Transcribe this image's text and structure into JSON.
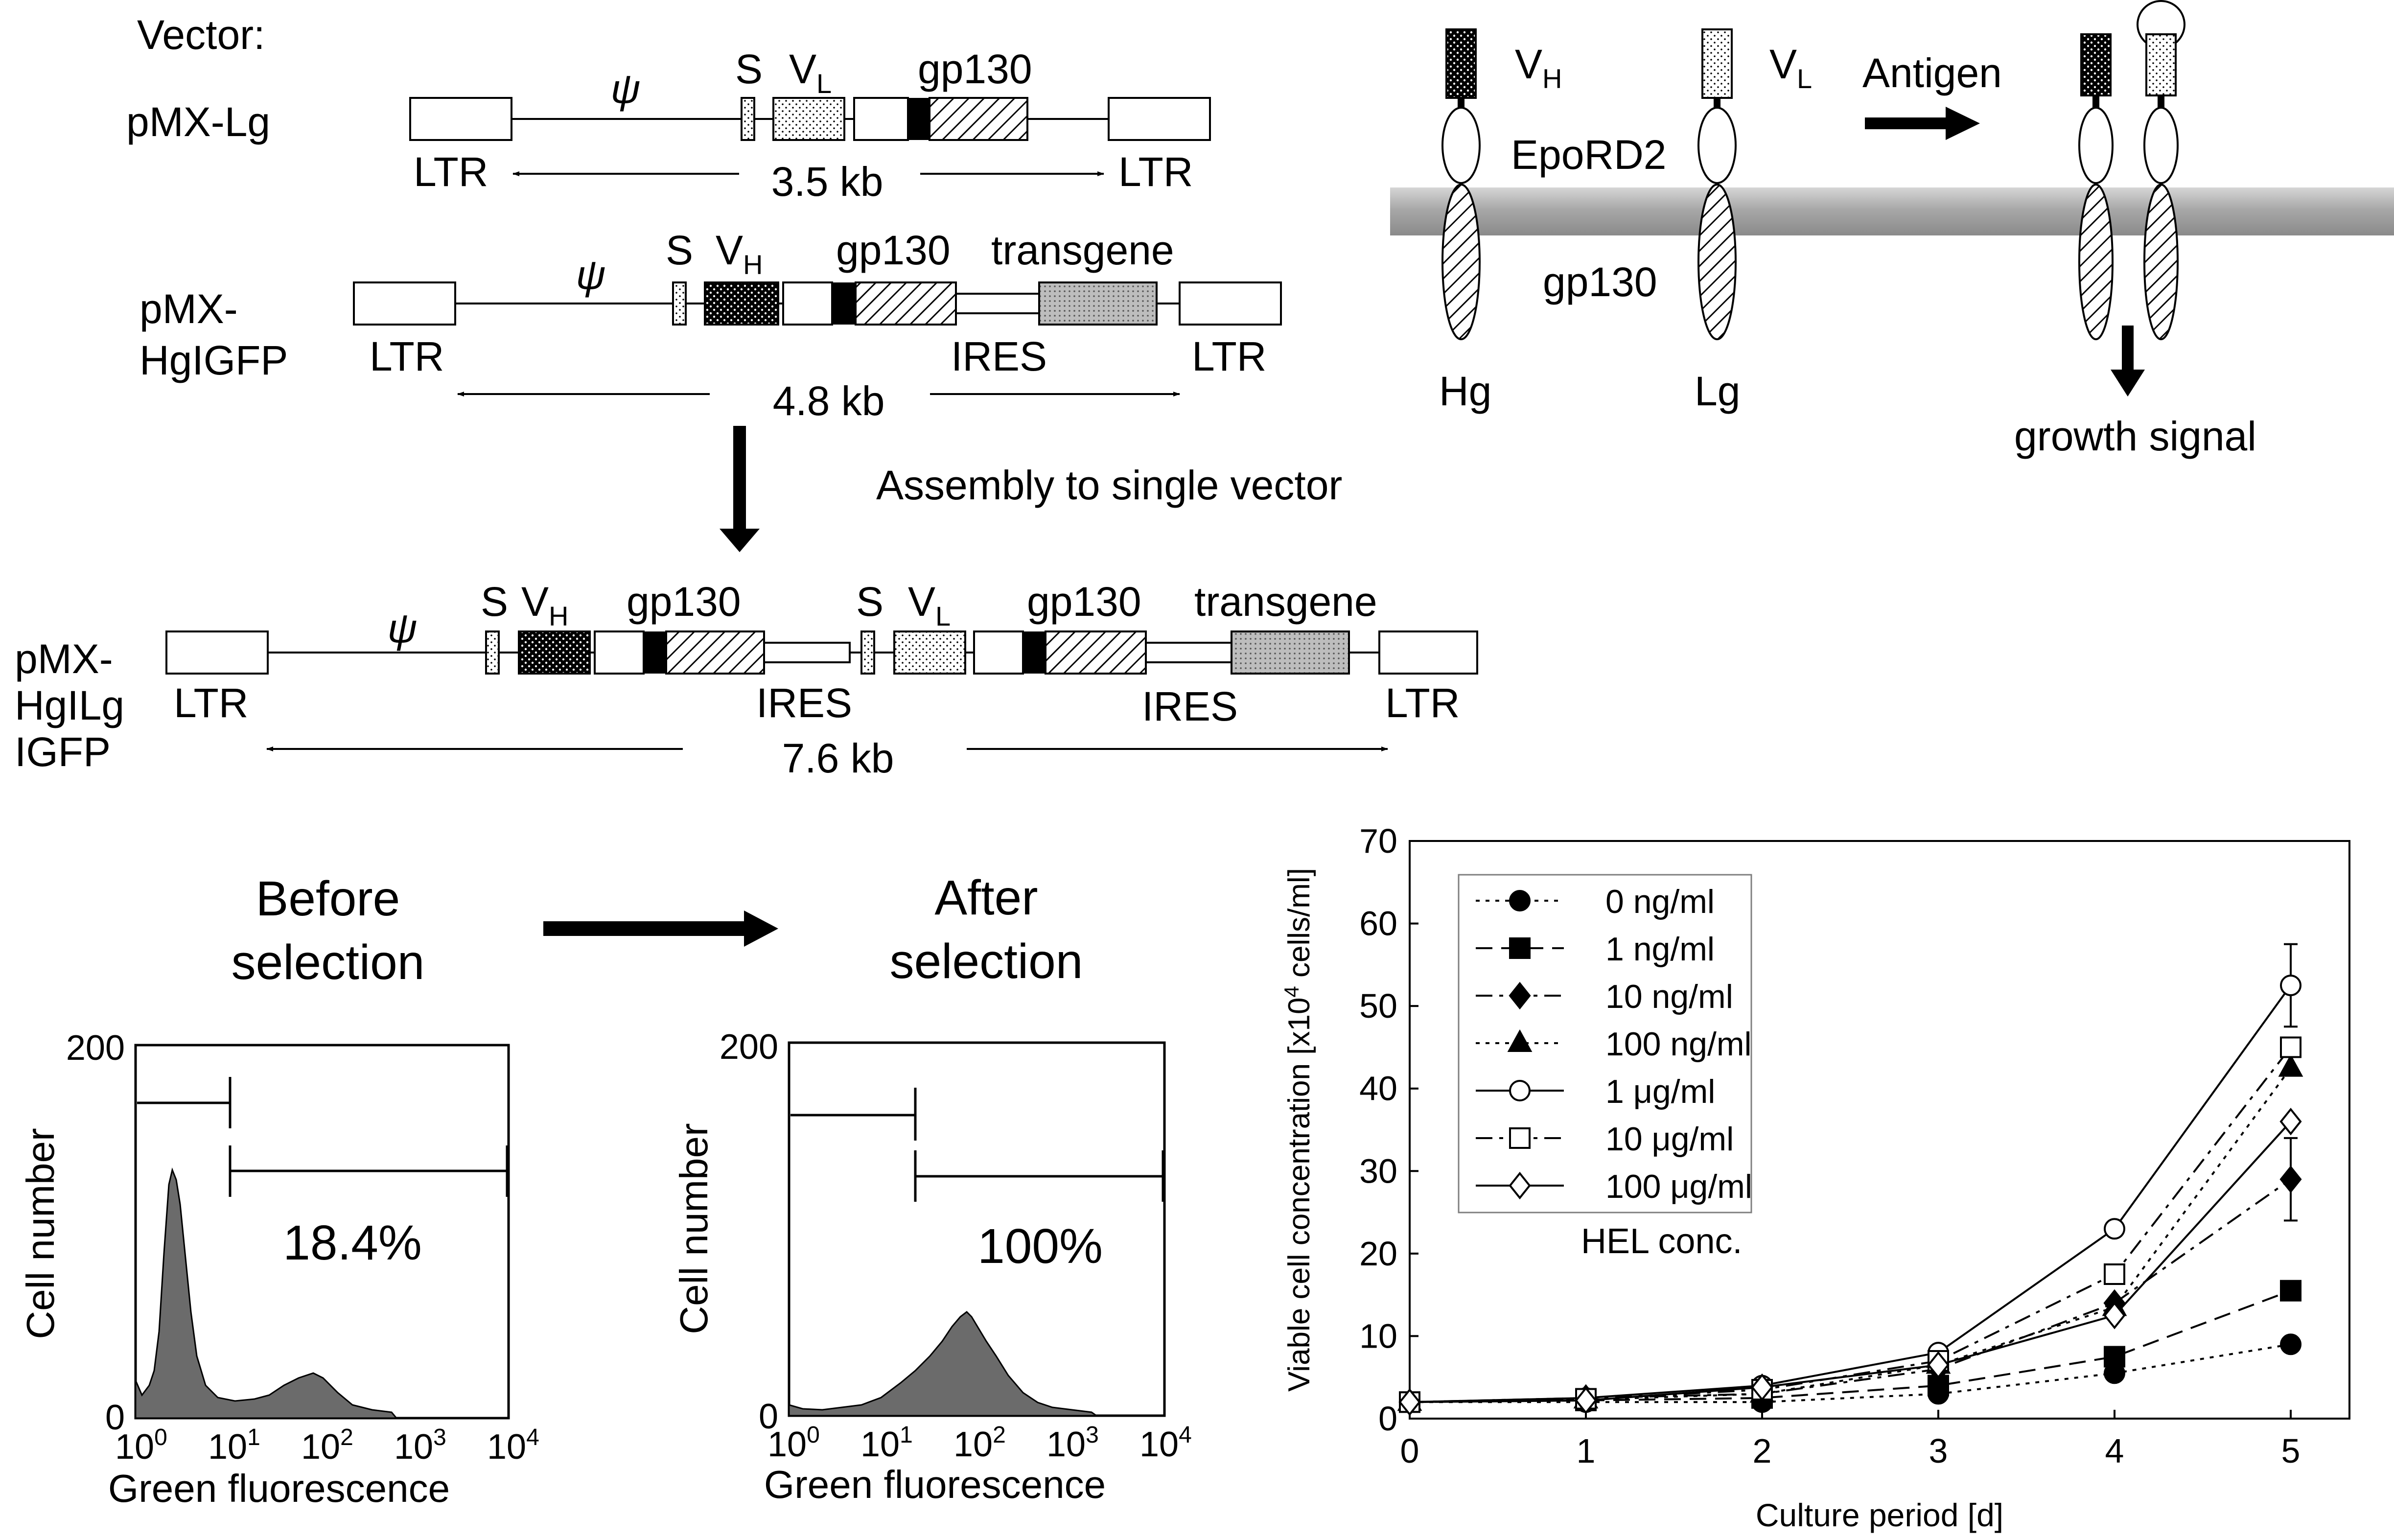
{
  "vectors": {
    "heading": "Vector:",
    "lg": {
      "name": "pMX-Lg",
      "psi": "ψ",
      "s": "S",
      "v": "V",
      "v_sub": "L",
      "gp130": "gp130",
      "ltr_left": "LTR",
      "ltr_right": "LTR",
      "size": "3.5 kb"
    },
    "hg": {
      "name_line1": "pMX-",
      "name_line2": "HgIGFP",
      "psi": "ψ",
      "s": "S",
      "v": "V",
      "v_sub": "H",
      "gp130": "gp130",
      "transgene": "transgene",
      "ires": "IRES",
      "ltr_left": "LTR",
      "ltr_right": "LTR",
      "size": "4.8 kb"
    },
    "assembly_label": "Assembly to single vector",
    "hglg": {
      "name_line1": "pMX-",
      "name_line2": "HgILg",
      "name_line3": "IGFP",
      "psi": "ψ",
      "s1": "S",
      "vh": "V",
      "vh_sub": "H",
      "gp130_1": "gp130",
      "ires_1": "IRES",
      "s2": "S",
      "vl": "V",
      "vl_sub": "L",
      "gp130_2": "gp130",
      "transgene": "transgene",
      "ires_2": "IRES",
      "ltr_left": "LTR",
      "ltr_right": "LTR",
      "size": "7.6 kb"
    }
  },
  "receptor": {
    "vh": "V",
    "vh_sub": "H",
    "vl": "V",
    "vl_sub": "L",
    "antigen": "Antigen",
    "eporod2": "EpoRD2",
    "gp130": "gp130",
    "hg": "Hg",
    "lg": "Lg",
    "growth_signal": "growth signal"
  },
  "facs": {
    "before_line1": "Before",
    "before_line2": "selection",
    "after_line1": "After",
    "after_line2": "selection",
    "ylabel": "Cell number",
    "xlabel": "Green fluorescence",
    "y_top": "200",
    "y_bottom": "0",
    "x_ticks": [
      "10",
      "10",
      "10",
      "10",
      "10"
    ],
    "x_exps": [
      "0",
      "1",
      "2",
      "3",
      "4"
    ],
    "before_percent": "18.4%",
    "after_percent": "100%"
  },
  "chart_data": {
    "type": "line",
    "xlabel": "Culture period [d]",
    "ylabel_pre": "Viable cell concentration [x10",
    "ylabel_exp": "4",
    "ylabel_post": " cells/ml]",
    "xlim": [
      0,
      5
    ],
    "ylim": [
      0,
      70
    ],
    "x_ticks": [
      0,
      1,
      2,
      3,
      4,
      5
    ],
    "y_ticks": [
      0,
      10,
      20,
      30,
      40,
      50,
      60,
      70
    ],
    "legend_title": "HEL conc.",
    "legend_position": "top-left",
    "x": [
      0,
      1,
      2,
      3,
      4,
      5
    ],
    "series": [
      {
        "name": "0 ng/ml",
        "marker": "circle",
        "filled": true,
        "dash": "dot",
        "values": [
          2,
          2,
          2,
          3,
          5.5,
          9
        ]
      },
      {
        "name": "1 ng/ml",
        "marker": "square",
        "filled": true,
        "dash": "dash",
        "values": [
          2,
          2.2,
          2.5,
          4,
          7.5,
          15.5
        ]
      },
      {
        "name": "10 ng/ml",
        "marker": "diamond",
        "filled": true,
        "dash": "dashdot",
        "values": [
          2,
          2.5,
          3,
          6,
          14,
          29
        ],
        "errors": [
          0,
          0,
          0,
          0,
          0,
          5
        ]
      },
      {
        "name": "100 ng/ml",
        "marker": "triangle",
        "filled": true,
        "dash": "dot",
        "values": [
          2,
          2.3,
          3,
          6.5,
          13.5,
          42.5
        ]
      },
      {
        "name": "1 μg/ml",
        "marker": "circle",
        "filled": false,
        "dash": "solid",
        "values": [
          2,
          2.5,
          4,
          8,
          23,
          52.5
        ],
        "errors": [
          0,
          0,
          0,
          0,
          0,
          5
        ]
      },
      {
        "name": "10 μg/ml",
        "marker": "square",
        "filled": false,
        "dash": "dashdot",
        "values": [
          2,
          2.4,
          3.5,
          7,
          17.5,
          45
        ]
      },
      {
        "name": "100 μg/ml",
        "marker": "diamond",
        "filled": false,
        "dash": "solid",
        "values": [
          2,
          2.2,
          3.8,
          6.5,
          12.5,
          36
        ]
      }
    ]
  }
}
